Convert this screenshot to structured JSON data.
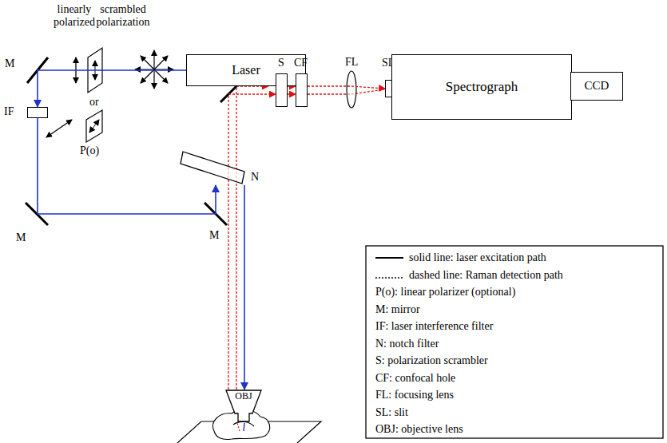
{
  "diagram": {
    "nodes": [
      {
        "text": [
          "Laser"
        ]
      },
      {
        "text": [
          "IF"
        ]
      },
      {
        "text": [
          "N"
        ]
      },
      {
        "text": [
          "S"
        ]
      },
      {
        "text": [
          "CF"
        ]
      },
      {
        "text": [
          "SL"
        ]
      },
      {
        "text": [
          "Spectrograph"
        ]
      },
      {
        "text": [
          "CCD"
        ]
      },
      {
        "text": [
          "OBJ"
        ]
      }
    ],
    "edges": [
      {
        "from": 0,
        "to": 1,
        "arrow": "to"
      },
      {
        "from": 1,
        "to": 2,
        "arrow": "to"
      },
      {
        "from": 2,
        "to": 8,
        "arrow": "to"
      },
      {
        "from": 8,
        "to": 3,
        "arrow": "to"
      },
      {
        "from": 3,
        "to": 4,
        "arrow": "to"
      },
      {
        "from": 4,
        "to": 5,
        "arrow": "to"
      }
    ],
    "labels": [
      "linearly polarized",
      "scrambled polarization",
      "M",
      "or",
      "P(o)",
      "M",
      "M",
      "FL"
    ],
    "legend": [
      {
        "text": "solid line: laser excitation path"
      },
      {
        "text": "dashed line: Raman detection path"
      },
      {
        "text": "P(o): linear polarizer (optional)"
      },
      {
        "text": "M: mirror"
      },
      {
        "text": "IF: laser interference filter"
      },
      {
        "text": "N: notch filter"
      },
      {
        "text": "S: polarization scrambler"
      },
      {
        "text": "CF: confocal hole"
      },
      {
        "text": "FL: focusing lens"
      },
      {
        "text": "SL: slit"
      },
      {
        "text": "OBJ: objective lens"
      }
    ]
  }
}
